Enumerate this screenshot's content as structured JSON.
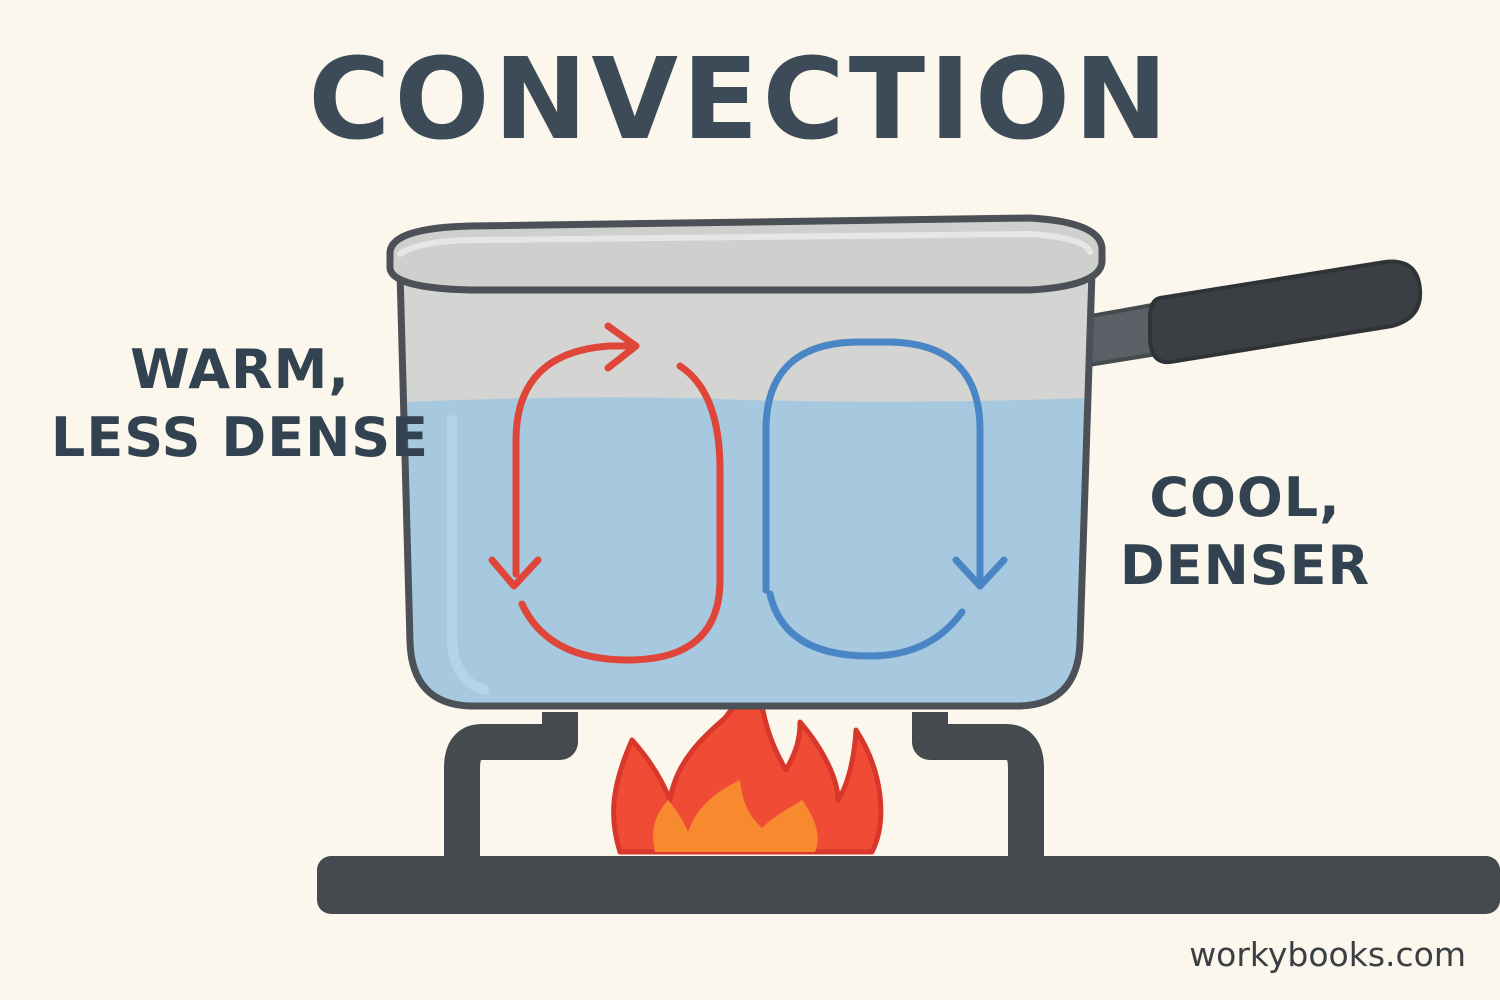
{
  "diagram": {
    "title": "CONVECTION",
    "labels": {
      "warm": {
        "line1": "WARM,",
        "line2": "LESS DENSE"
      },
      "cool": {
        "line1": "COOL,",
        "line2": "DENSER"
      }
    },
    "watermark": "workybooks.com"
  },
  "colors": {
    "background": "#fbf7ec",
    "text": "#3c4b57",
    "water": "#a7c9e0",
    "pot_body": "#d4d4d2",
    "pot_outline": "#4b5157",
    "warm_arrow": "#e0453a",
    "cool_arrow": "#4a86c5",
    "flame_outer": "#ef4b35",
    "flame_inner": "#f7892e",
    "stove": "#454a4f"
  },
  "icons": [
    "saucepan-icon",
    "flame-icon",
    "stove-burner-icon",
    "warm-current-arrow-icon",
    "cool-current-arrow-icon"
  ]
}
